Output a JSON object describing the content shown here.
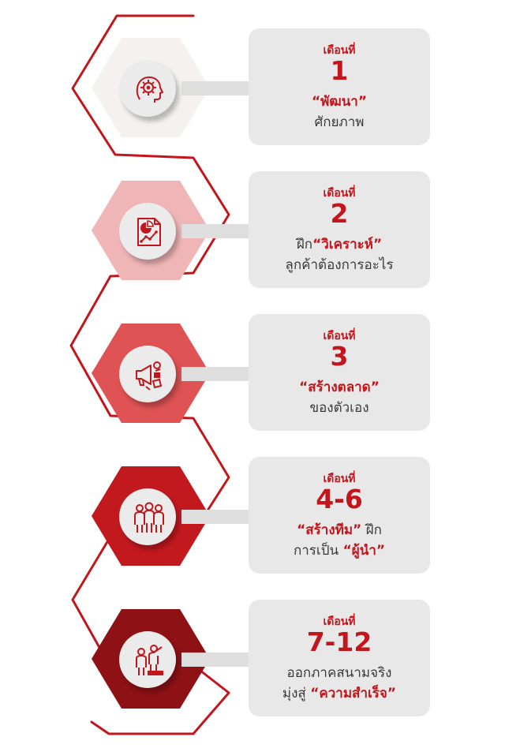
{
  "steps": [
    {
      "label": "เดือนที่",
      "number": "1",
      "line1": [
        {
          "text": "“พัฒนา”",
          "accent": true
        }
      ],
      "line2": [
        {
          "text": "ศักยภาพ",
          "accent": false
        }
      ],
      "icon": "head-gear-icon",
      "hex_color": "#f6f1f1"
    },
    {
      "label": "เดือนที่",
      "number": "2",
      "line1": [
        {
          "text": "ฝึก",
          "accent": false
        },
        {
          "text": "“วิเคราะห์”",
          "accent": true
        }
      ],
      "line2": [
        {
          "text": "ลูกค้าต้องการอะไร",
          "accent": false
        }
      ],
      "icon": "report-chart-icon",
      "hex_color": "#f0b6b7"
    },
    {
      "label": "เดือนที่",
      "number": "3",
      "line1": [
        {
          "text": "“สร้างตลาด”",
          "accent": true
        }
      ],
      "line2": [
        {
          "text": "ของตัวเอง",
          "accent": false
        }
      ],
      "icon": "megaphone-icon",
      "hex_color": "#df5354"
    },
    {
      "label": "เดือนที่",
      "number": "4-6",
      "line1": [
        {
          "text": "“สร้างทีม”",
          "accent": true
        },
        {
          "text": " ฝึก",
          "accent": false
        }
      ],
      "line2": [
        {
          "text": "การเป็น ",
          "accent": false
        },
        {
          "text": "“ผู้นำ”",
          "accent": true
        }
      ],
      "icon": "team-icon",
      "hex_color": "#c2191e"
    },
    {
      "label": "เดือนที่",
      "number": "7-12",
      "line1": [
        {
          "text": "ออกภาคสนามจริง",
          "accent": false
        }
      ],
      "line2": [
        {
          "text": "มุ่งสู่ ",
          "accent": false
        },
        {
          "text": "“ความสำเร็จ”",
          "accent": true
        }
      ],
      "icon": "leader-pointing-icon",
      "hex_color": "#8e1116"
    }
  ],
  "colors": {
    "accent": "#c3161c",
    "card": "#e8e8e8",
    "line": "#c3161c"
  }
}
